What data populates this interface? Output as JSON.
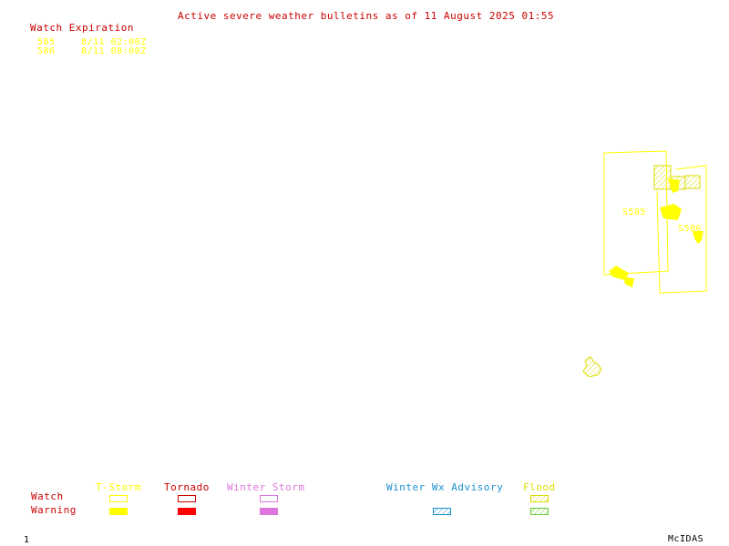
{
  "header": {
    "title": "Active severe weather bulletins as of 11 August 2025 01:55",
    "title_color": "#cc0000"
  },
  "watch_table": {
    "heading": "Watch Expiration",
    "heading_color": "#cc0000",
    "color": "#ffff00",
    "rows": [
      {
        "id": "585",
        "expiration": "8/11 02:00Z"
      },
      {
        "id": "586",
        "expiration": "8/11 08:00Z"
      }
    ]
  },
  "map_labels": [
    {
      "text": "S585"
    },
    {
      "text": "S586"
    }
  ],
  "legend": {
    "row_labels": {
      "watch": "Watch",
      "warning": "Warning"
    },
    "row_label_color": "#cc0000",
    "columns": [
      {
        "label": "T-Storm",
        "color": "#ffff00",
        "watch_style": "outline",
        "warning_style": "filled"
      },
      {
        "label": "Tornado",
        "color": "#cc0000",
        "watch_style": "outline",
        "warning_style": "filled"
      },
      {
        "label": "Winter Storm",
        "color": "#dd77dd",
        "watch_style": "outline",
        "warning_style": "filled"
      },
      {
        "label": "Winter Wx Advisory",
        "color": "#1e90d0",
        "watch_style": "none",
        "warning_style": "hatched"
      },
      {
        "label": "Flood",
        "color": "#dddd00",
        "watch_style": "hatched",
        "warning_style": "hatched-green"
      }
    ]
  },
  "footer": {
    "frame_number": "1",
    "brand": "McIDAS"
  },
  "colors": {
    "map_outline": "#ffff00",
    "warning_fill": "#ffff00",
    "flood_green": "#66cc33"
  }
}
